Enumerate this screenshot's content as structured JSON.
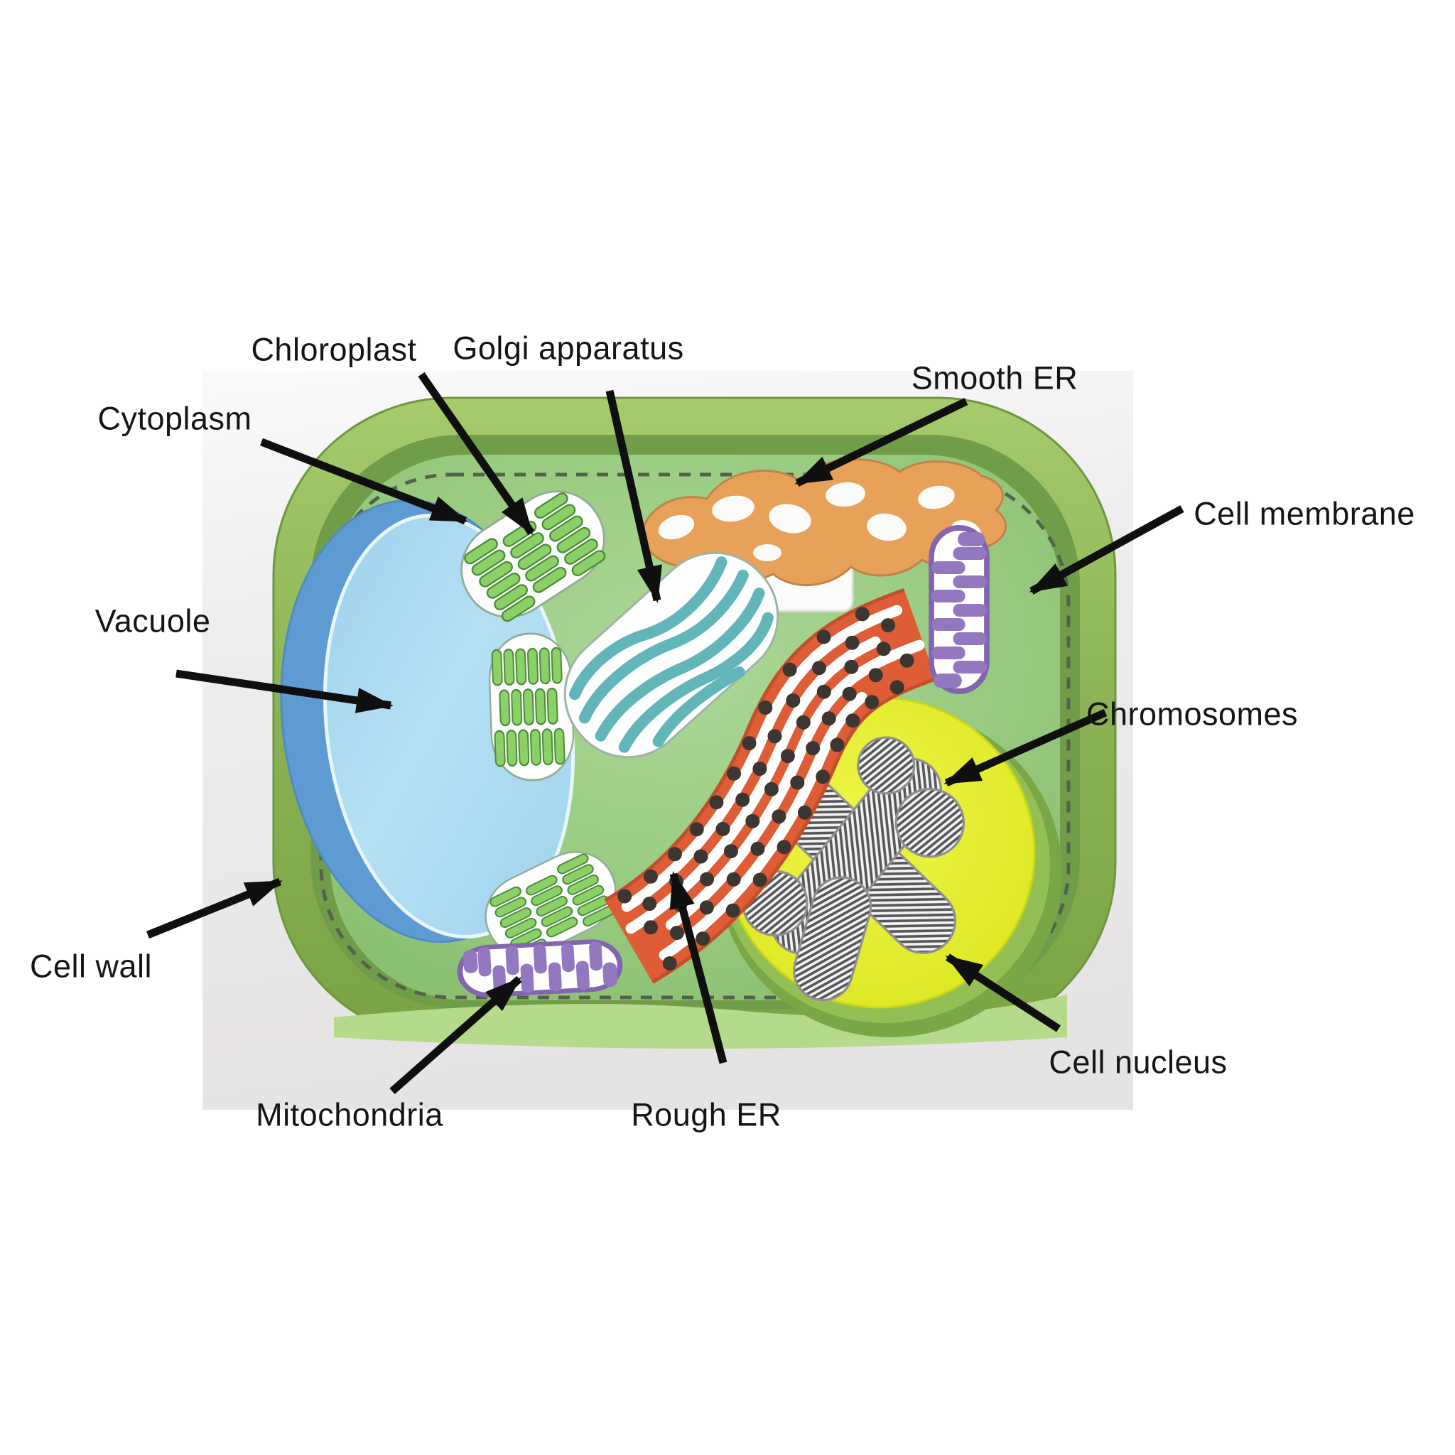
{
  "diagram": {
    "subject": "Plant cell 3D paper model photo with labeled organelles",
    "labels": [
      {
        "id": "cytoplasm",
        "text": "Cytoplasm"
      },
      {
        "id": "chloroplast",
        "text": "Chloroplast"
      },
      {
        "id": "golgi",
        "text": "Golgi apparatus"
      },
      {
        "id": "smooth-er",
        "text": "Smooth ER"
      },
      {
        "id": "cell-membrane",
        "text": "Cell membrane"
      },
      {
        "id": "vacuole",
        "text": "Vacuole"
      },
      {
        "id": "chromosomes",
        "text": "Chromosomes"
      },
      {
        "id": "cell-wall",
        "text": "Cell wall"
      },
      {
        "id": "mitochondria",
        "text": "Mitochondria"
      },
      {
        "id": "rough-er",
        "text": "Rough ER"
      },
      {
        "id": "cell-nucleus",
        "text": "Cell nucleus"
      }
    ],
    "colors": {
      "arrow_black": "#0f0f0f",
      "cell_wall_green": "#86ad4e",
      "cytoplasm_green": "#95c97c",
      "vacuole_blue": "#a9d9f0",
      "vacuole_dark_blue": "#5e9bd2",
      "nucleus_yellow": "#e3ec2a",
      "smooth_er_orange": "#e8a158",
      "rough_er_red": "#de5c36",
      "golgi_teal": "#62b6ba",
      "mitochondria_purple": "#9478bf",
      "chloroplast_green": "#8bd168",
      "chromosome_stripe_gray": "#57565a",
      "ribosome_dot_gray": "#3c3633",
      "photo_background": "#eae8e9"
    }
  }
}
